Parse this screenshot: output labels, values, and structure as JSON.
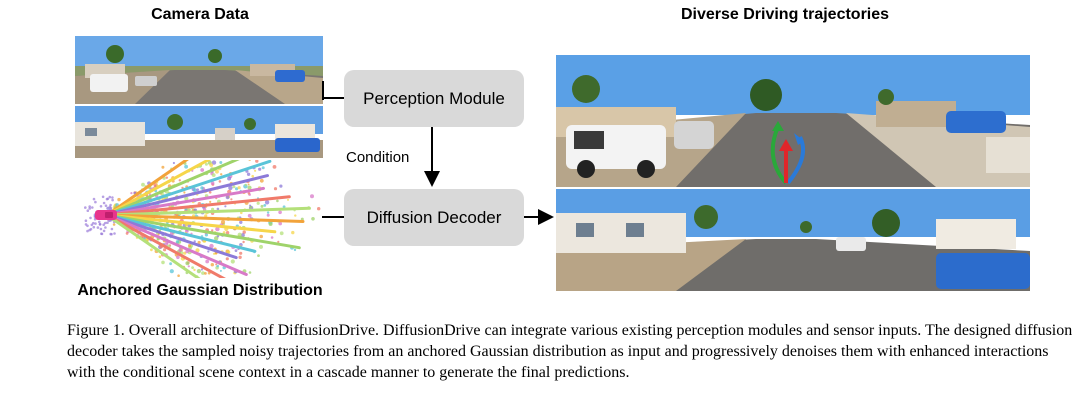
{
  "headings": {
    "camera_data": "Camera Data",
    "diverse_trajectories": "Diverse Driving trajectories",
    "anchored_gaussian": "Anchored Gaussian Distribution"
  },
  "modules": {
    "perception": "Perception Module",
    "condition": "Condition",
    "diffusion_decoder": "Diffusion Decoder"
  },
  "caption": "Figure 1. Overall architecture of DiffusionDrive. DiffusionDrive can integrate various existing perception modules and sensor inputs. The designed diffusion decoder takes the sampled noisy trajectories from an anchored Gaussian distribution as input and progressively denoises them with enhanced interactions with the conditional scene context in a cascade manner to generate the final predictions.",
  "colors": {
    "box_fill": "#d9d9d9",
    "sky": "#5aa0e6",
    "road": "#6e6c6a",
    "traj_red": "#e0262a",
    "traj_green": "#2aa83a",
    "traj_blue": "#2a7ad8",
    "ego_car": "#e8358c"
  }
}
